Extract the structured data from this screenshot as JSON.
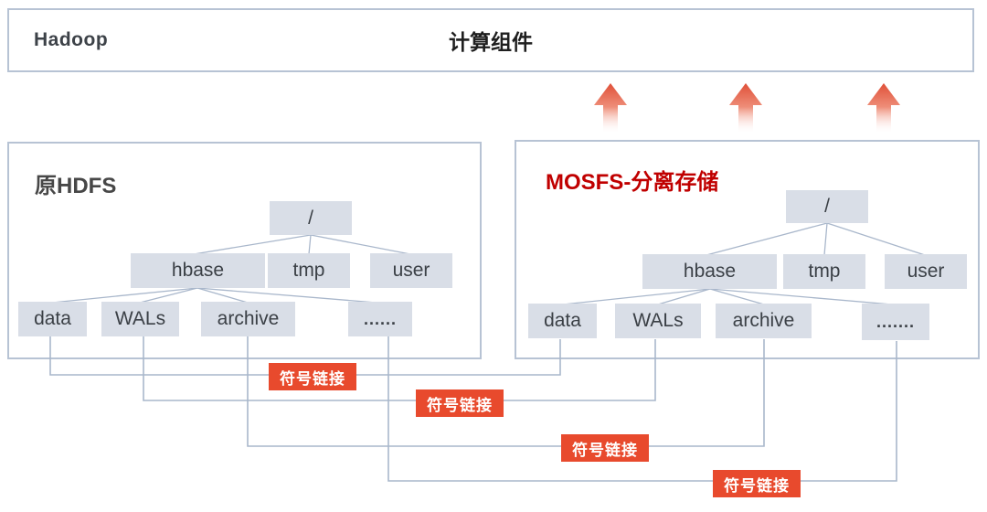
{
  "header": {
    "left_label": "Hadoop",
    "title": "计算组件"
  },
  "arrows": {
    "count": 3,
    "direction": "up",
    "color_top": "#e05038",
    "color_bottom": "#ffffff"
  },
  "left_panel": {
    "title": "原HDFS",
    "title_color": "#474747",
    "tree": {
      "root": "/",
      "level2": [
        "hbase",
        "tmp",
        "user"
      ],
      "level3": [
        "data",
        "WALs",
        "archive",
        "......"
      ]
    }
  },
  "right_panel": {
    "title": "MOSFS-分离存储",
    "title_color": "#c00000",
    "tree": {
      "root": "/",
      "level2": [
        "hbase",
        "tmp",
        "user"
      ],
      "level3": [
        "data",
        "WALs",
        "archive",
        "......."
      ]
    }
  },
  "links": {
    "label": "符号链接",
    "count": 4,
    "background": "#e84a2d",
    "text_color": "#ffffff"
  },
  "colors": {
    "node_fill": "#d9dee7",
    "node_text": "#3b4046",
    "tree_line": "#a9b7cb",
    "panel_border": "#b7c3d4"
  }
}
